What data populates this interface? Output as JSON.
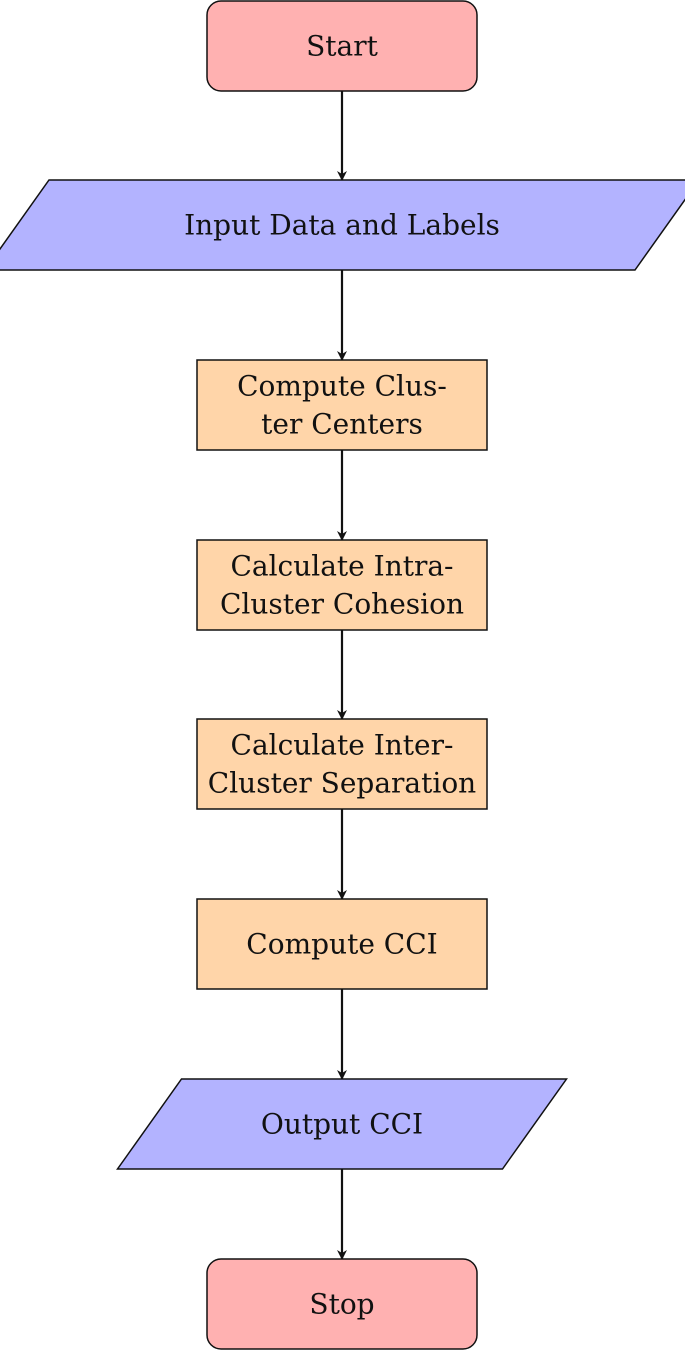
{
  "flowchart": {
    "colors": {
      "terminal": "#ffb1b1",
      "io": "#b3b3ff",
      "process": "#ffd5a9",
      "stroke": "#111111",
      "arrow": "#111111"
    },
    "nodes": [
      {
        "id": "start",
        "shape": "terminal",
        "lines": [
          "Start"
        ]
      },
      {
        "id": "input",
        "shape": "io",
        "lines": [
          "Input Data and Labels"
        ]
      },
      {
        "id": "compute-centers",
        "shape": "process",
        "lines": [
          "Compute Clus-",
          "ter Centers"
        ]
      },
      {
        "id": "intra-cohesion",
        "shape": "process",
        "lines": [
          "Calculate Intra-",
          "Cluster Cohesion"
        ]
      },
      {
        "id": "inter-separation",
        "shape": "process",
        "lines": [
          "Calculate Inter-",
          "Cluster Separation"
        ]
      },
      {
        "id": "compute-cci",
        "shape": "process",
        "lines": [
          "Compute CCI"
        ]
      },
      {
        "id": "output",
        "shape": "io",
        "lines": [
          "Output CCI"
        ]
      },
      {
        "id": "stop",
        "shape": "terminal",
        "lines": [
          "Stop"
        ]
      }
    ],
    "edges": [
      [
        "start",
        "input"
      ],
      [
        "input",
        "compute-centers"
      ],
      [
        "compute-centers",
        "intra-cohesion"
      ],
      [
        "intra-cohesion",
        "inter-separation"
      ],
      [
        "inter-separation",
        "compute-cci"
      ],
      [
        "compute-cci",
        "output"
      ],
      [
        "output",
        "stop"
      ]
    ]
  }
}
